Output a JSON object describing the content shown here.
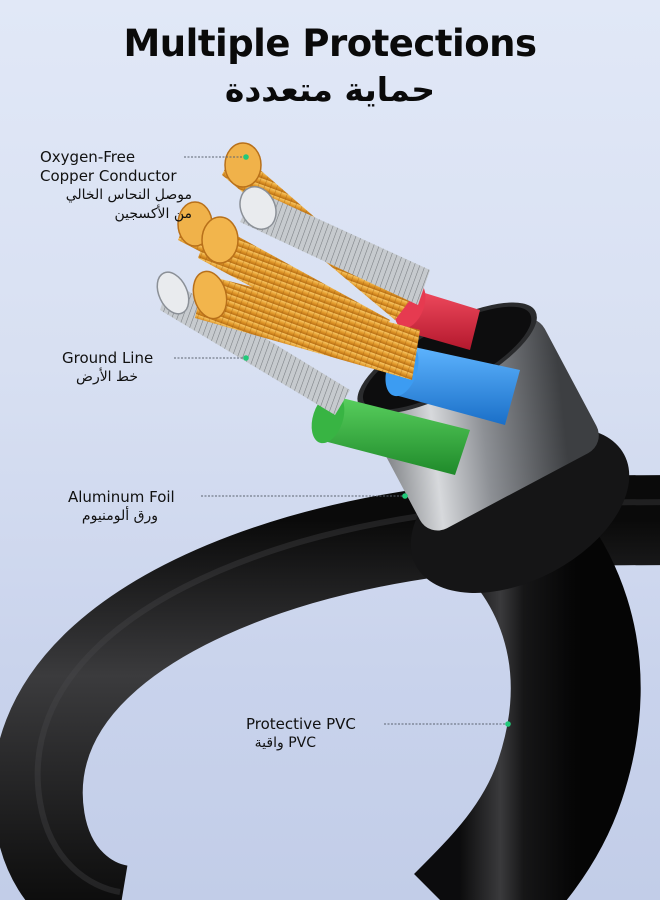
{
  "header": {
    "title": "Multiple Protections",
    "subtitle_ar": "حماية متعددة"
  },
  "callouts": [
    {
      "name": "oxygen-free-copper-conductor",
      "en_line1": "Oxygen-Free",
      "en_line2": "Copper Conductor",
      "ar_line1": "موصل النحاس الخالي",
      "ar_line2": "من الأكسجين"
    },
    {
      "name": "ground-line",
      "en_line1": "Ground Line",
      "ar_line1": "خط الأرض"
    },
    {
      "name": "aluminum-foil",
      "en_line1": "Aluminum Foil",
      "ar_line1": "ورق ألومنيوم"
    },
    {
      "name": "protective-pvc",
      "en_line1": "Protective PVC",
      "ar_line1": "PVC واقية"
    }
  ],
  "colors": {
    "accent_dot": "#22c97a",
    "copper": "#e9a23b",
    "silver": "#c9cdd2",
    "red_insulation": "#d9263e",
    "blue_insulation": "#2b8fe6",
    "green_insulation": "#2ea83a",
    "jacket": "#1b1b1c",
    "shield": "#9a9ea3"
  }
}
